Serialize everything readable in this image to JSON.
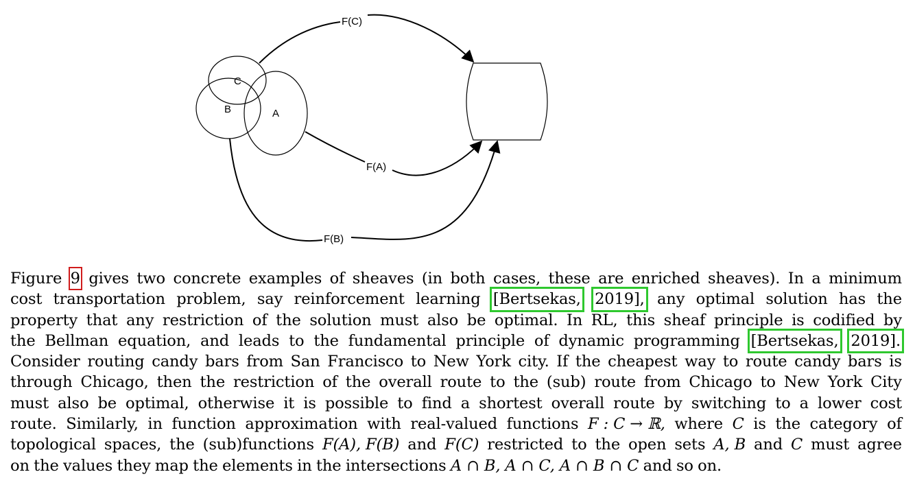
{
  "figure": {
    "labels": {
      "set_c": "C",
      "set_b": "B",
      "set_a": "A",
      "arrow_fc": "F(C)",
      "arrow_fa": "F(A)",
      "arrow_fb": "F(B)"
    }
  },
  "paragraph": {
    "lines": [
      [
        "Figure",
        "9",
        "gives",
        "two",
        "concrete",
        "examples",
        "of",
        "sheaves",
        "(in",
        "both",
        "cases,",
        "these",
        "are",
        "enriched",
        "sheaves).",
        "In",
        "a",
        "minimum"
      ],
      [
        "cost",
        "transportation",
        "problem,",
        "say",
        "reinforcement",
        "learning",
        "[Bertsekas,",
        "2019],",
        "any",
        "optimal",
        "solution",
        "has",
        "the"
      ],
      [
        "property",
        "that",
        "any",
        "restriction",
        "of",
        "the",
        "solution",
        "must",
        "also",
        "be",
        "optimal.",
        "In",
        "RL,",
        "this",
        "sheaf",
        "principle",
        "is",
        "codified",
        "by"
      ],
      [
        "the",
        "Bellman",
        "equation,",
        "and",
        "leads",
        "to",
        "the",
        "fundamental",
        "principle",
        "of",
        "dynamic",
        "programming",
        "[Bertsekas,",
        "2019]."
      ],
      [
        "Consider",
        "routing",
        "candy",
        "bars",
        "from",
        "San",
        "Francisco",
        "to",
        "New",
        "York",
        "city.",
        "If",
        "the",
        "cheapest",
        "way",
        "to",
        "route",
        "candy",
        "bars",
        "is"
      ],
      [
        "through",
        "Chicago,",
        "then",
        "the",
        "restriction",
        "of",
        "the",
        "overall",
        "route",
        "to",
        "the",
        "(sub)",
        "route",
        "from",
        "Chicago",
        "to",
        "New",
        "York",
        "City"
      ],
      [
        "must",
        "also",
        "be",
        "optimal,",
        "otherwise",
        "it",
        "is",
        "possible",
        "to",
        "find",
        "a",
        "shortest",
        "overall",
        "route",
        "by",
        "switching",
        "to",
        "a",
        "lower",
        "cost"
      ],
      [
        "route.",
        "Similarly,",
        "in",
        "function",
        "approximation",
        "with",
        "real-valued",
        "functions",
        "F : C → ℝ,",
        "where",
        "C",
        "is",
        "the",
        "category",
        "of"
      ],
      [
        "topological",
        "spaces,",
        "the",
        "(sub)functions",
        "F(A), F(B)",
        "and",
        "F(C)",
        "restricted",
        "to",
        "the",
        "open",
        "sets",
        "A, B",
        "and",
        "C",
        "must",
        "agree"
      ],
      [
        "on",
        "the",
        "values",
        "they",
        "map",
        "the",
        "elements",
        "in",
        "the",
        "intersections",
        "A ∩ B, A ∩ C, A ∩ B ∩ C",
        "and",
        "so",
        "on."
      ]
    ],
    "links": {
      "figure_ref": "9",
      "citation_author": "Bertsekas",
      "citation_year": "2019"
    }
  }
}
